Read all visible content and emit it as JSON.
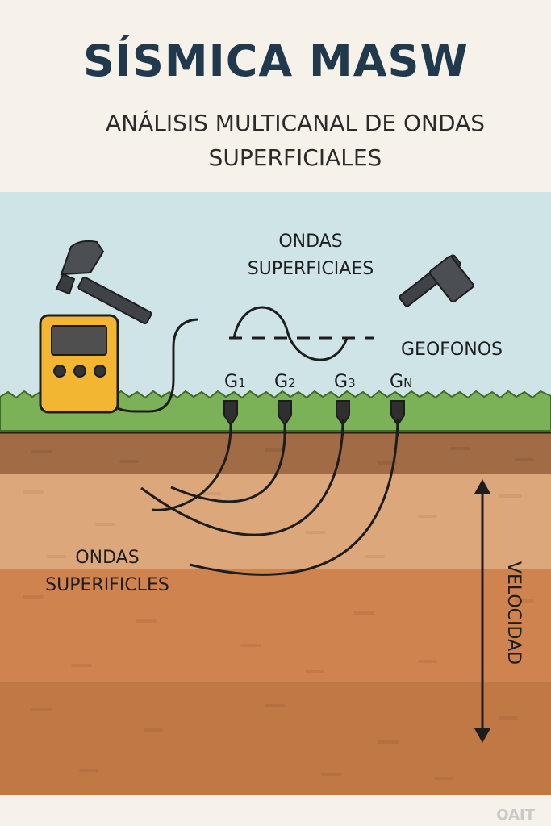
{
  "header": {
    "title": "SÍSMICA MASW",
    "subtitle_line1": "ANÁLISIS MULTICANAL DE ONDAS",
    "subtitle_line2": "SUPERFICIALES"
  },
  "labels": {
    "waves_top_line1": "ONDAS",
    "waves_top_line2": "SUPERFICIAES",
    "geophones": "GEOFONOS",
    "waves_bottom_line1": "ONDAS",
    "waves_bottom_line2": "SUPERIFICLES",
    "velocity": "VELOCIDAD"
  },
  "geophones": [
    {
      "label": "G",
      "sub": "1"
    },
    {
      "label": "G",
      "sub": "2"
    },
    {
      "label": "G",
      "sub": "3"
    },
    {
      "label": "G",
      "sub": "N"
    }
  ],
  "watermark": "OAIT",
  "colors": {
    "sky": "#cfe4e6",
    "grass": "#7cb257",
    "soil_top": "#a06b45",
    "soil_light": "#dca77b",
    "soil_mid": "#cf8450",
    "soil_deep": "#c07845",
    "seismograph": "#f2b632",
    "title": "#20394d"
  }
}
